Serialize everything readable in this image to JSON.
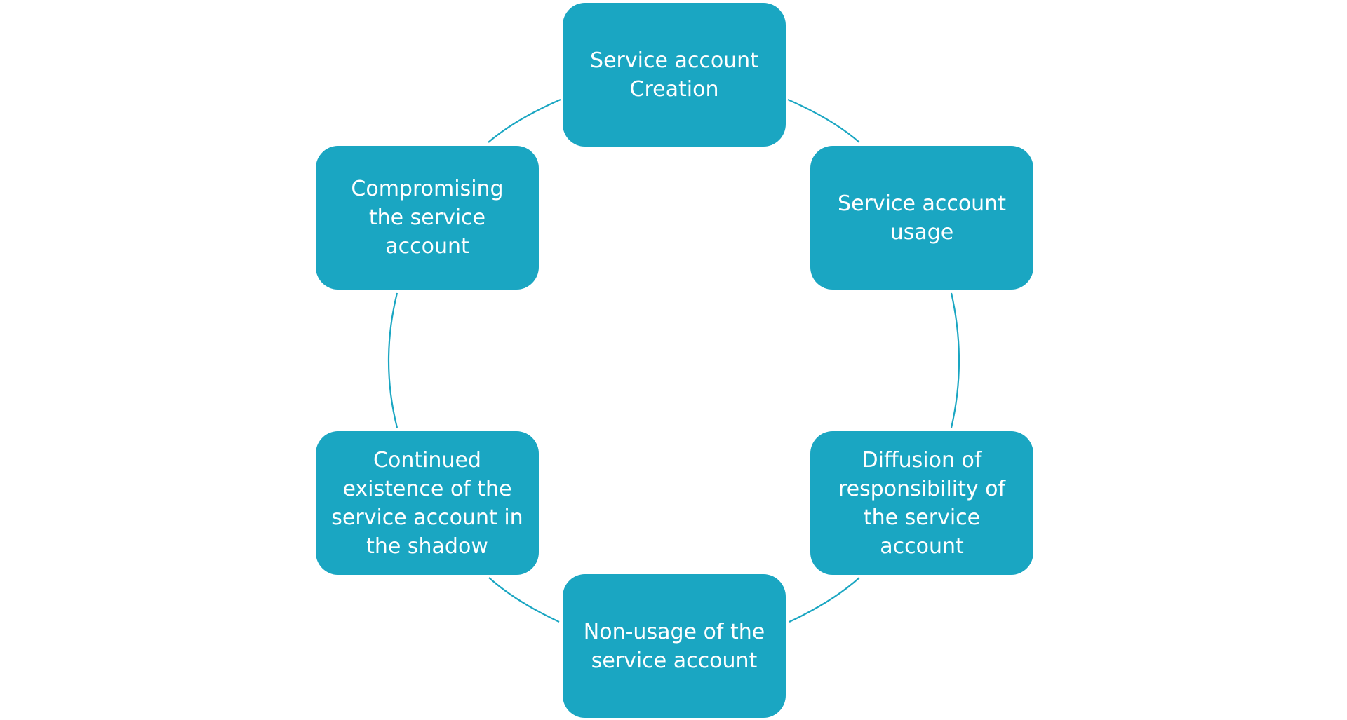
{
  "diagram": {
    "type": "cycle",
    "colors": {
      "node_fill": "#1aa6c2",
      "node_text": "#ffffff",
      "connector": "#1aa6c2",
      "background": "#ffffff"
    },
    "nodes": [
      {
        "label": "Service account Creation"
      },
      {
        "label": "Service account usage"
      },
      {
        "label": "Diffusion of responsibility of the service account"
      },
      {
        "label": "Non-usage of the service account"
      },
      {
        "label": "Continued existence of the service account in the shadow"
      },
      {
        "label": "Compromising the service account"
      }
    ]
  }
}
